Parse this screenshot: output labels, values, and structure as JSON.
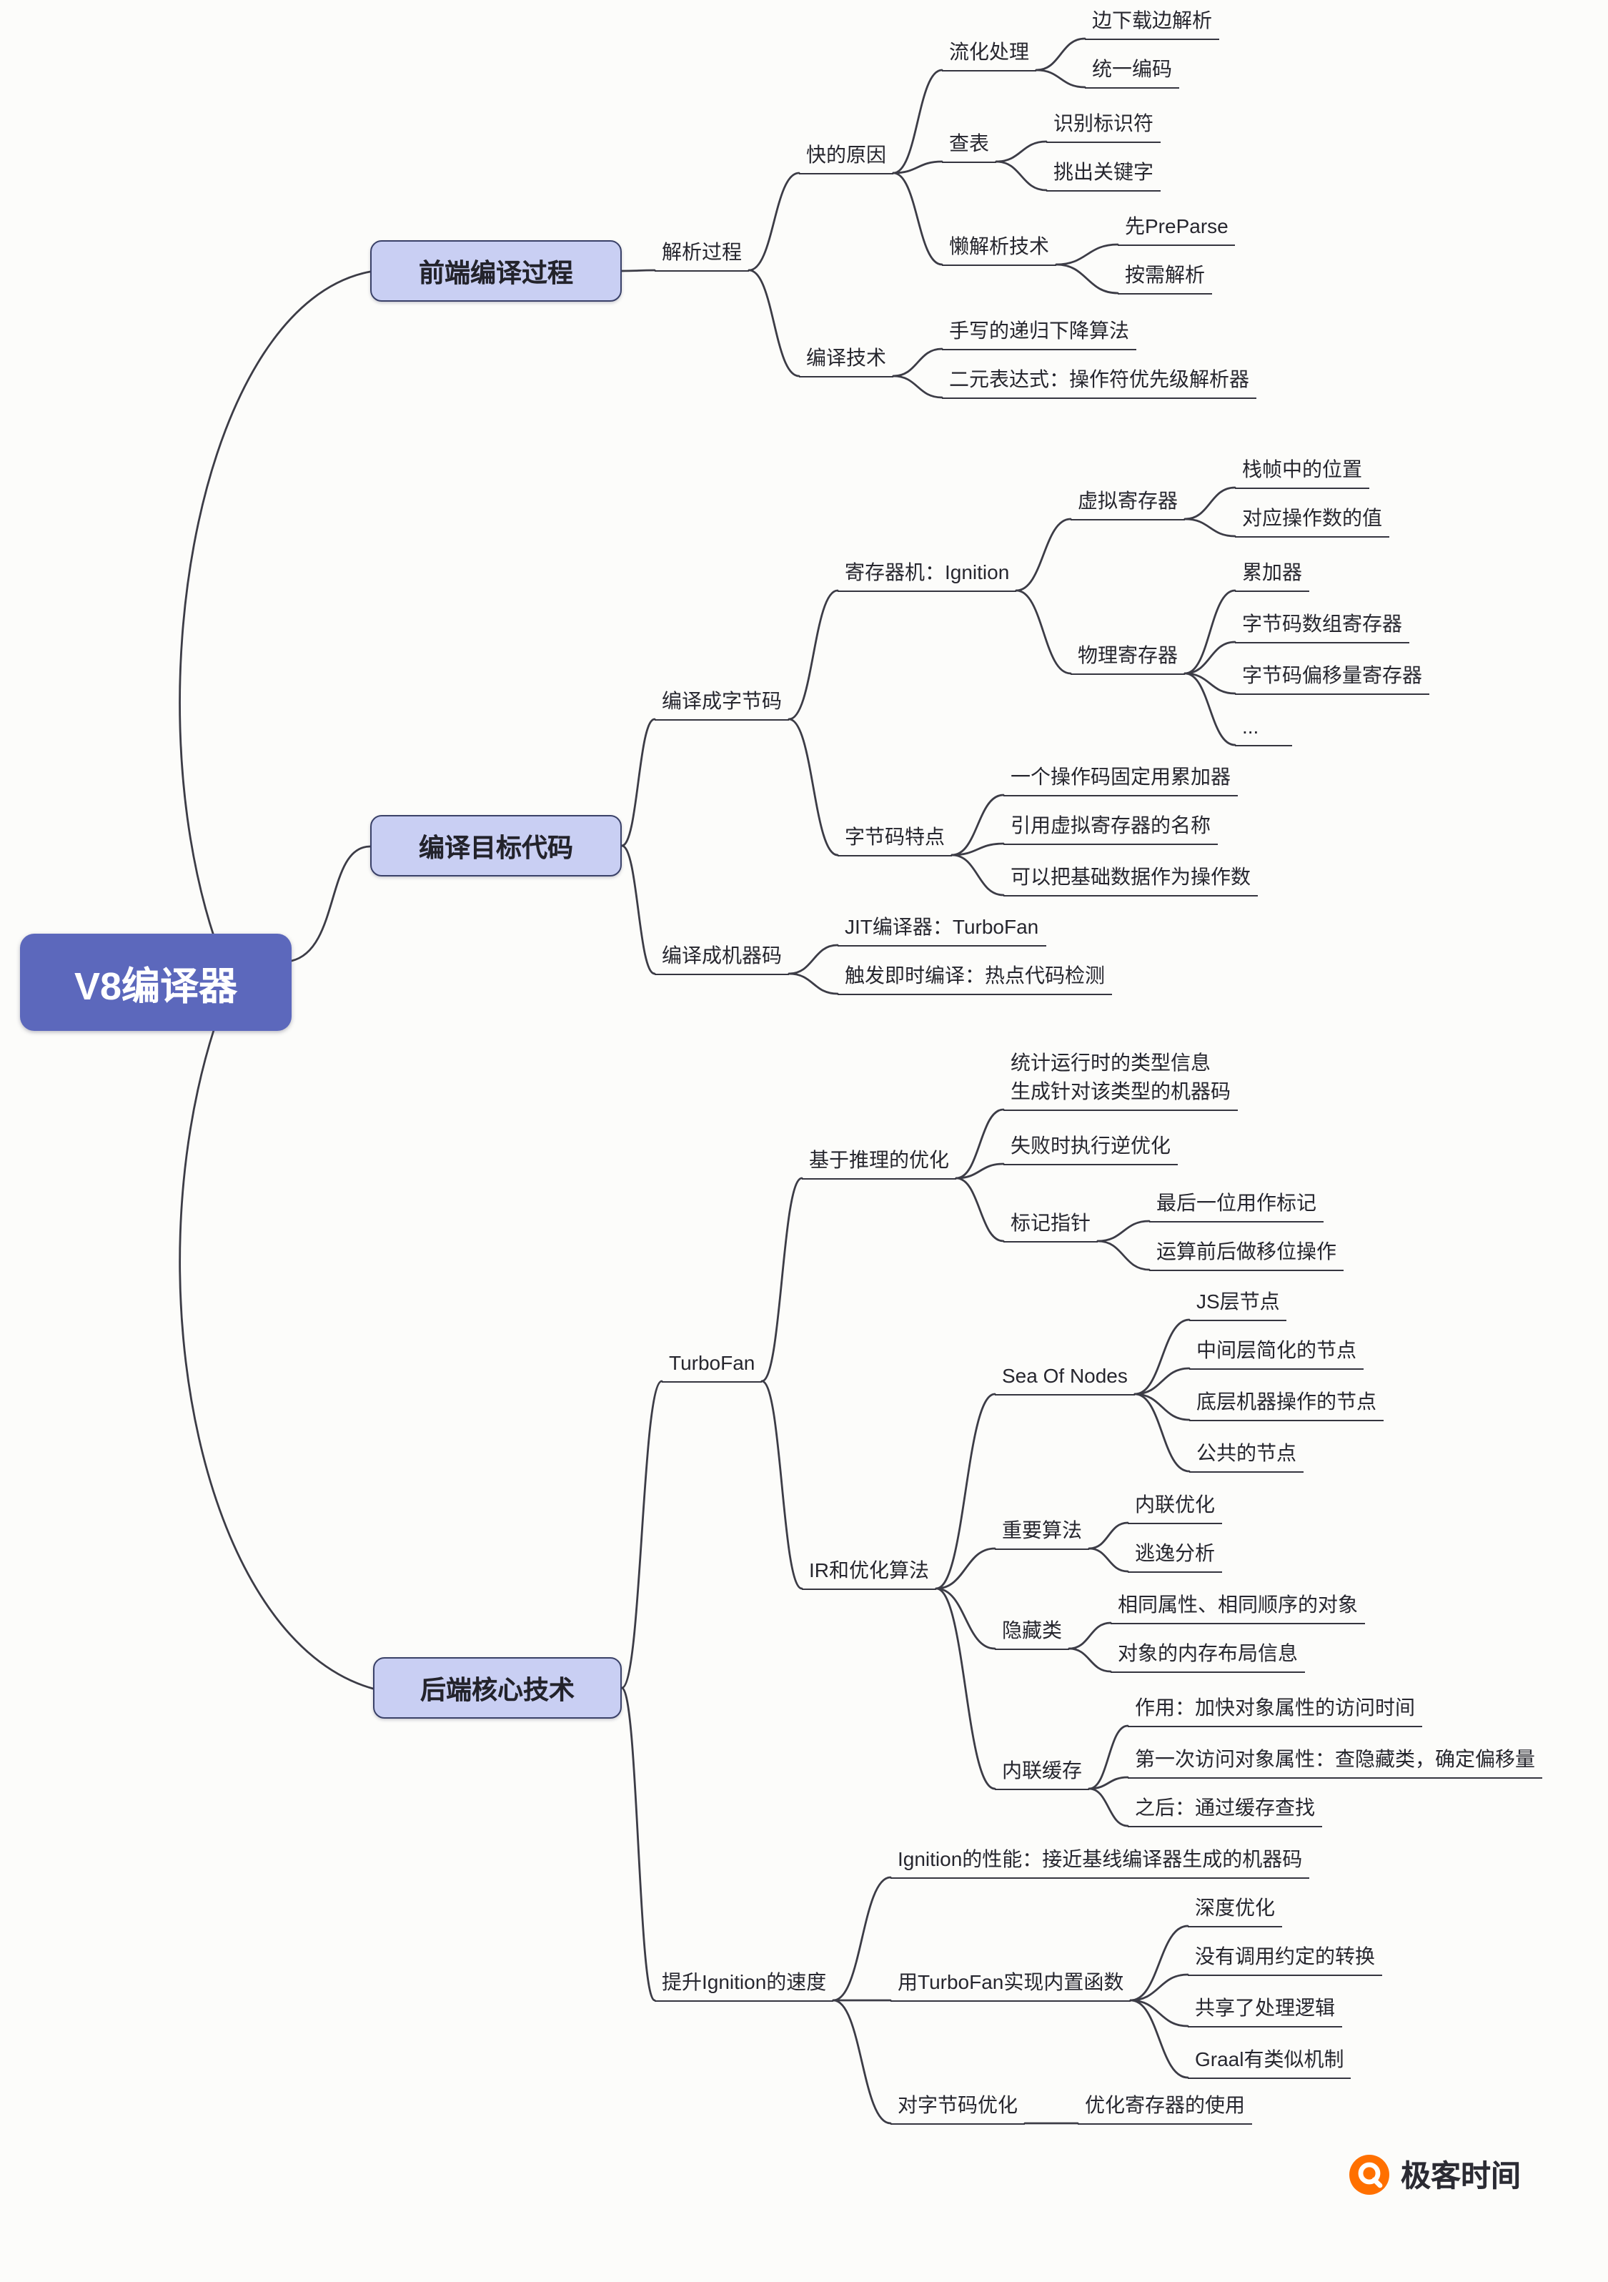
{
  "colors": {
    "root_fill": "#5C68BC",
    "branch_fill": "#C9CFF3",
    "branch_border": "#3A4168",
    "line": "#3C3C46",
    "logo_orange": "#FF7000"
  },
  "logo": {
    "text": "极客时间"
  },
  "mindmap": {
    "root": {
      "label": "V8编译器"
    },
    "branches": [
      {
        "label": "前端编译过程",
        "children": [
          {
            "label": "解析过程",
            "children": [
              {
                "label": "快的原因",
                "children": [
                  {
                    "label": "流化处理",
                    "children": [
                      {
                        "label": "边下载边解析"
                      },
                      {
                        "label": "统一编码"
                      }
                    ]
                  },
                  {
                    "label": "查表",
                    "children": [
                      {
                        "label": "识别标识符"
                      },
                      {
                        "label": "挑出关键字"
                      }
                    ]
                  },
                  {
                    "label": "懒解析技术",
                    "children": [
                      {
                        "label": "先PreParse"
                      },
                      {
                        "label": "按需解析"
                      }
                    ]
                  }
                ]
              },
              {
                "label": "编译技术",
                "children": [
                  {
                    "label": "手写的递归下降算法"
                  },
                  {
                    "label": "二元表达式：操作符优先级解析器"
                  }
                ]
              }
            ]
          }
        ]
      },
      {
        "label": "编译目标代码",
        "children": [
          {
            "label": "编译成字节码",
            "children": [
              {
                "label": "寄存器机：Ignition",
                "children": [
                  {
                    "label": "虚拟寄存器",
                    "children": [
                      {
                        "label": "栈帧中的位置"
                      },
                      {
                        "label": "对应操作数的值"
                      }
                    ]
                  },
                  {
                    "label": "物理寄存器",
                    "children": [
                      {
                        "label": "累加器"
                      },
                      {
                        "label": "字节码数组寄存器"
                      },
                      {
                        "label": "字节码偏移量寄存器"
                      },
                      {
                        "label": "..."
                      }
                    ]
                  }
                ]
              },
              {
                "label": "字节码特点",
                "children": [
                  {
                    "label": "一个操作码固定用累加器"
                  },
                  {
                    "label": "引用虚拟寄存器的名称"
                  },
                  {
                    "label": "可以把基础数据作为操作数"
                  }
                ]
              }
            ]
          },
          {
            "label": "编译成机器码",
            "children": [
              {
                "label": "JIT编译器：TurboFan"
              },
              {
                "label": "触发即时编译：热点代码检测"
              }
            ]
          }
        ]
      },
      {
        "label": "后端核心技术",
        "children": [
          {
            "label": "TurboFan",
            "children": [
              {
                "label": "基于推理的优化",
                "children": [
                  {
                    "label": "统计运行时的类型信息\n生成针对该类型的机器码"
                  },
                  {
                    "label": "失败时执行逆优化"
                  },
                  {
                    "label": "标记指针",
                    "children": [
                      {
                        "label": "最后一位用作标记"
                      },
                      {
                        "label": "运算前后做移位操作"
                      }
                    ]
                  }
                ]
              },
              {
                "label": "IR和优化算法",
                "children": [
                  {
                    "label": "Sea Of Nodes",
                    "children": [
                      {
                        "label": "JS层节点"
                      },
                      {
                        "label": "中间层简化的节点"
                      },
                      {
                        "label": "底层机器操作的节点"
                      },
                      {
                        "label": "公共的节点"
                      }
                    ]
                  },
                  {
                    "label": "重要算法",
                    "children": [
                      {
                        "label": "内联优化"
                      },
                      {
                        "label": "逃逸分析"
                      }
                    ]
                  },
                  {
                    "label": "隐藏类",
                    "children": [
                      {
                        "label": "相同属性、相同顺序的对象"
                      },
                      {
                        "label": "对象的内存布局信息"
                      }
                    ]
                  },
                  {
                    "label": "内联缓存",
                    "children": [
                      {
                        "label": "作用：加快对象属性的访问时间"
                      },
                      {
                        "label": "第一次访问对象属性：查隐藏类，确定偏移量"
                      },
                      {
                        "label": "之后：通过缓存查找"
                      }
                    ]
                  }
                ]
              }
            ]
          },
          {
            "label": "提升Ignition的速度",
            "children": [
              {
                "label": "Ignition的性能：接近基线编译器生成的机器码"
              },
              {
                "label": "用TurboFan实现内置函数",
                "children": [
                  {
                    "label": "深度优化"
                  },
                  {
                    "label": "没有调用约定的转换"
                  },
                  {
                    "label": "共享了处理逻辑"
                  },
                  {
                    "label": "Graal有类似机制"
                  }
                ]
              },
              {
                "label": "对字节码优化",
                "children": [
                  {
                    "label": "优化寄存器的使用"
                  }
                ]
              }
            ]
          }
        ]
      }
    ]
  }
}
